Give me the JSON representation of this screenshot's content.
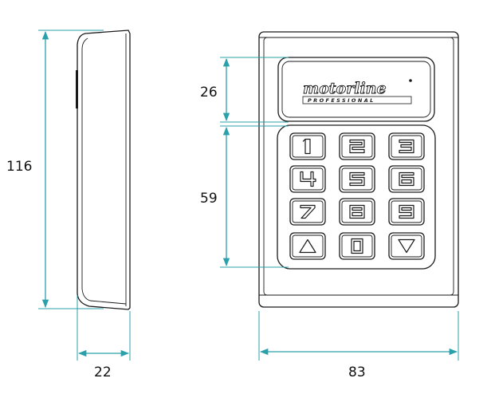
{
  "dimensions": {
    "height": "116",
    "depth": "22",
    "width": "83",
    "display_height": "26",
    "keypad_height": "59"
  },
  "brand": {
    "name": "motorline",
    "tagline": "PROFESSIONAL"
  },
  "keypad": {
    "keys": [
      {
        "label": "1",
        "icon": "digit-1"
      },
      {
        "label": "2",
        "icon": "digit-2"
      },
      {
        "label": "3",
        "icon": "digit-3"
      },
      {
        "label": "4",
        "icon": "digit-4"
      },
      {
        "label": "5",
        "icon": "digit-5"
      },
      {
        "label": "6",
        "icon": "digit-6"
      },
      {
        "label": "7",
        "icon": "digit-7"
      },
      {
        "label": "8",
        "icon": "digit-8"
      },
      {
        "label": "9",
        "icon": "digit-9"
      },
      {
        "label": "up",
        "icon": "triangle-up-icon"
      },
      {
        "label": "0",
        "icon": "digit-0"
      },
      {
        "label": "down",
        "icon": "triangle-down-icon"
      }
    ]
  },
  "colors": {
    "dimension_line": "#2aa0aa",
    "outline": "#1a1a1a"
  }
}
